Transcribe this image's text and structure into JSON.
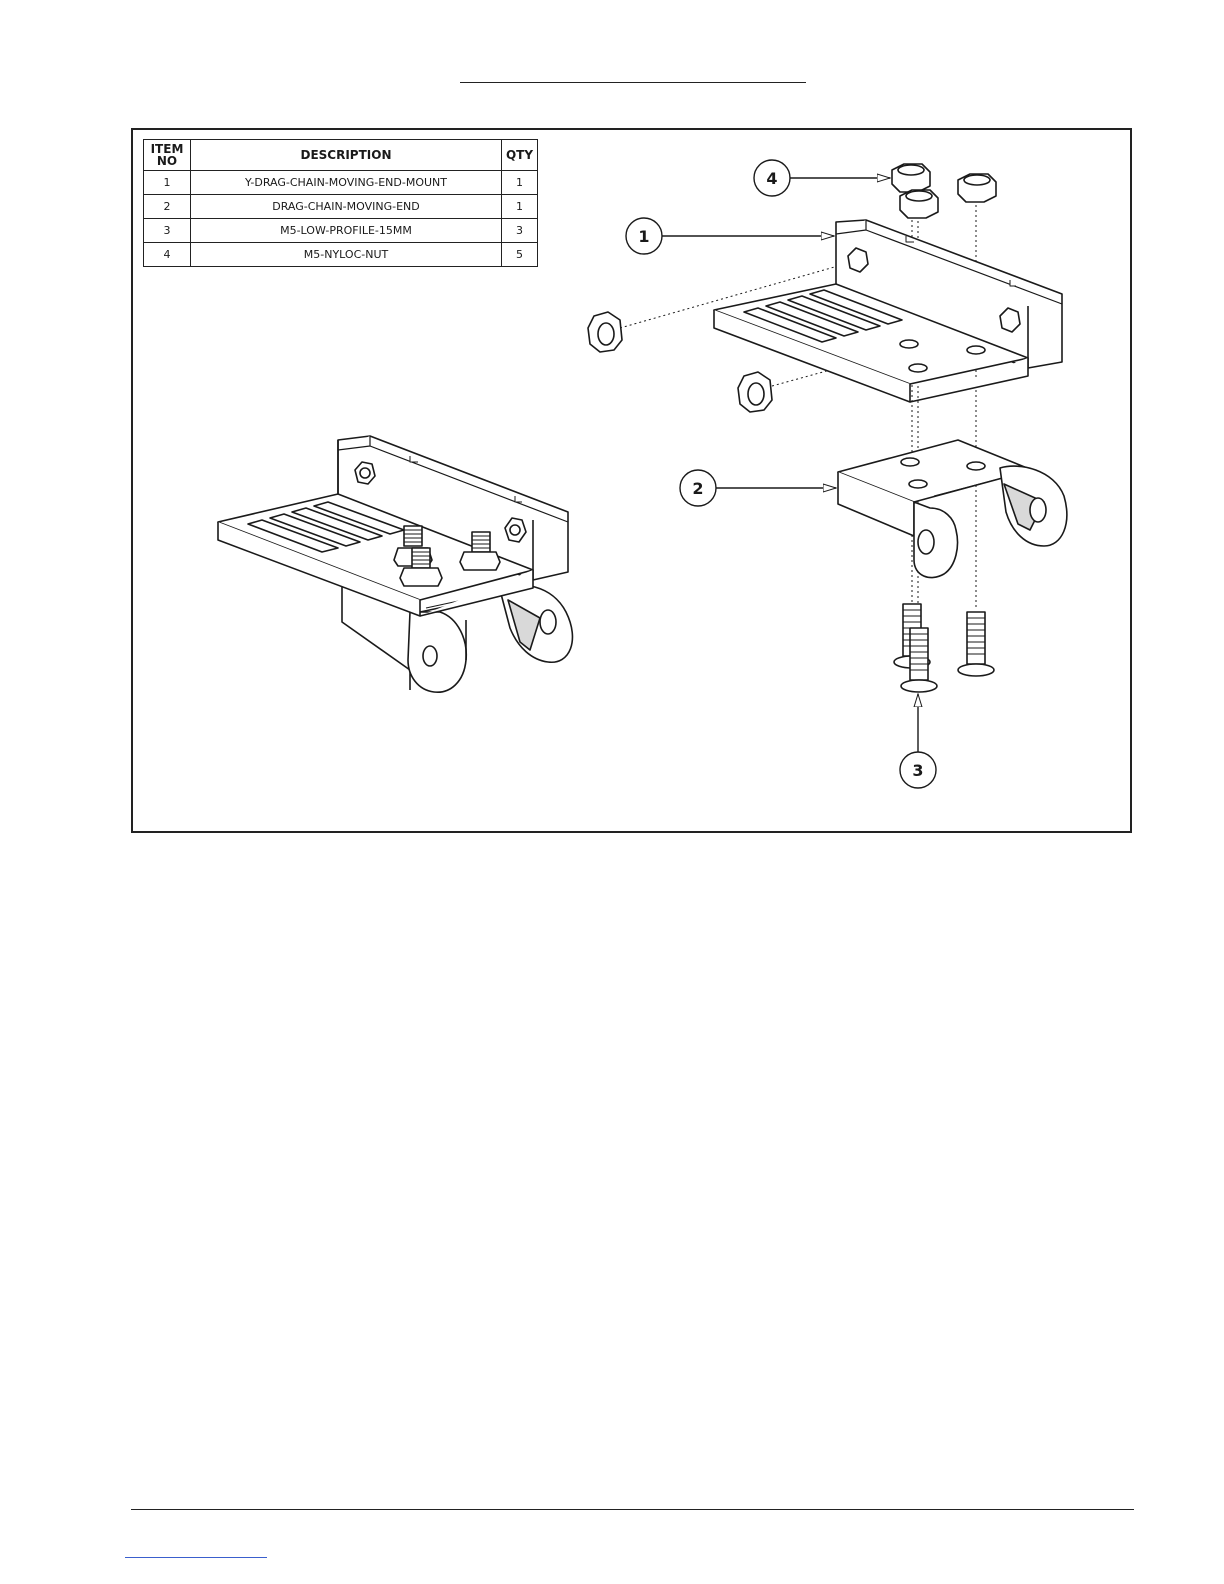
{
  "bom": {
    "headers": {
      "item_no": "ITEM NO",
      "description": "DESCRIPTION",
      "qty": "QTY"
    },
    "rows": [
      {
        "item_no": "1",
        "description": "Y-DRAG-CHAIN-MOVING-END-MOUNT",
        "qty": "1"
      },
      {
        "item_no": "2",
        "description": "DRAG-CHAIN-MOVING-END",
        "qty": "1"
      },
      {
        "item_no": "3",
        "description": "M5-LOW-PROFILE-15MM",
        "qty": "3"
      },
      {
        "item_no": "4",
        "description": "M5-NYLOC-NUT",
        "qty": "5"
      }
    ]
  },
  "balloons": {
    "b1": "1",
    "b2": "2",
    "b3": "3",
    "b4": "4"
  },
  "colors": {
    "line": "#1a1a1a",
    "shade": "#d9d9d9",
    "link": "#3a5fcd"
  }
}
